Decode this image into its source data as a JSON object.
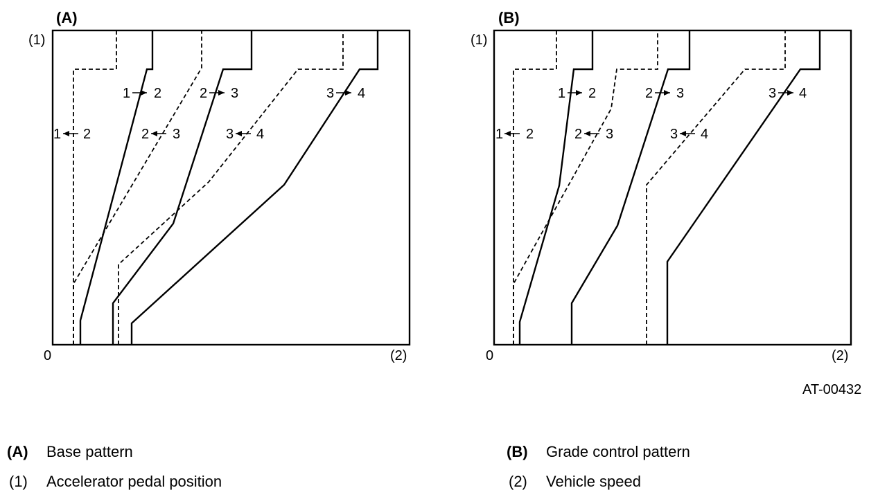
{
  "panels": [
    {
      "id": "A",
      "title": "(A)",
      "y_axis_label": "(1)",
      "x_axis_label": "(2)",
      "origin_label": "0",
      "shift_labels": [
        {
          "from": "1",
          "to": "2",
          "direction": "up"
        },
        {
          "from": "2",
          "to": "3",
          "direction": "up"
        },
        {
          "from": "3",
          "to": "4",
          "direction": "up"
        },
        {
          "from": "1",
          "to": "2",
          "direction": "down"
        },
        {
          "from": "2",
          "to": "3",
          "direction": "down"
        },
        {
          "from": "3",
          "to": "4",
          "direction": "down"
        }
      ]
    },
    {
      "id": "B",
      "title": "(B)",
      "y_axis_label": "(1)",
      "x_axis_label": "(2)",
      "origin_label": "0",
      "shift_labels": [
        {
          "from": "1",
          "to": "2",
          "direction": "up"
        },
        {
          "from": "2",
          "to": "3",
          "direction": "up"
        },
        {
          "from": "3",
          "to": "4",
          "direction": "up"
        },
        {
          "from": "1",
          "to": "2",
          "direction": "down"
        },
        {
          "from": "2",
          "to": "3",
          "direction": "down"
        },
        {
          "from": "3",
          "to": "4",
          "direction": "down"
        }
      ]
    }
  ],
  "figure_code": "AT-00432",
  "legend": [
    {
      "key": "(A)",
      "text": "Base pattern"
    },
    {
      "key": "(B)",
      "text": "Grade control pattern"
    },
    {
      "key": "(1)",
      "text": "Accelerator pedal position"
    },
    {
      "key": "(2)",
      "text": "Vehicle speed"
    }
  ]
}
